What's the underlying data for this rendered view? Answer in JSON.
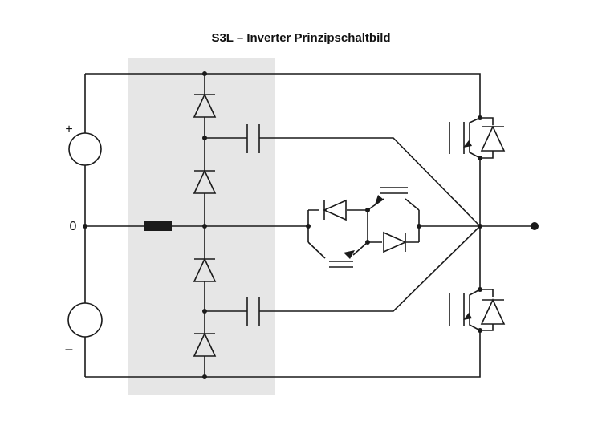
{
  "title": "S3L – Inverter Prinzipschaltbild",
  "labels": {
    "plus": "+",
    "zero": "0",
    "minus": "–"
  },
  "colors": {
    "wire": "#1a1a1a",
    "highlight": "#e6e6e6",
    "background": "#ffffff"
  },
  "components": [
    "dc-source-upper",
    "dc-source-lower",
    "neutral-resistor",
    "clamp-diode-1",
    "clamp-diode-2",
    "clamp-diode-3",
    "clamp-diode-4",
    "capacitor-upper",
    "capacitor-lower",
    "bidirectional-switch",
    "igbt-upper",
    "igbt-lower",
    "output-terminal"
  ]
}
